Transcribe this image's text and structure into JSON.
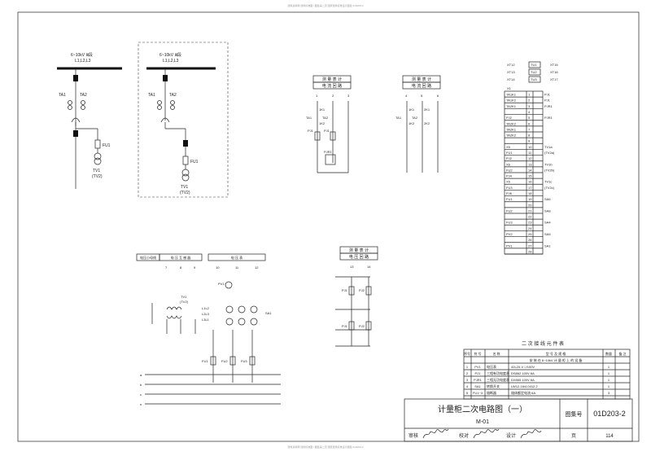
{
  "header": {
    "watermark_top": "建筑资料网 建筑标准图 / 图集第二页 国家建筑标准设计图集 01D203-2",
    "watermark_bottom": "建筑资料网 建筑标准图 / 图集第二页 国家建筑标准设计图集 01D203-2"
  },
  "diagram_left": {
    "bus_label": "6~10kV  Ⅲ段",
    "bus_phases": "L1,L2,L3",
    "ta1": "TA1",
    "ta2": "TA2",
    "fu": "FU1",
    "tv": "TV1",
    "tv_alt": "(TV2)"
  },
  "diagram_right": {
    "bus_label": "6~10kV  Ⅲ段",
    "bus_phases": "L1,L2,L3",
    "ta1": "TA1",
    "ta2": "TA2",
    "fu": "FU1",
    "tv": "TV1",
    "tv_alt": "(TV2)"
  },
  "meter_a": {
    "header_1": "测 量 表 计",
    "header_2": "电 流 回 路",
    "cols": [
      "1",
      "2",
      "3"
    ],
    "labels": [
      "TA1",
      "TA2",
      "PJ1",
      "PJ1",
      "PJR1",
      "1K1",
      "1K2",
      "2K1",
      "2K2"
    ]
  },
  "meter_b": {
    "header_1": "测 量 表 计",
    "header_2": "电 流 回 路",
    "cols": [
      "4",
      "5",
      "6"
    ],
    "labels": [
      "TA1",
      "TA2",
      "1K1",
      "1K2",
      "2K1",
      "2K2"
    ]
  },
  "meter_c": {
    "header_1": "测 量 表 计",
    "header_2": "电 压 回 路",
    "cols": [
      "13",
      "14"
    ],
    "labels": [
      "PJ1",
      "PJ2",
      "PJ1",
      "PJ2"
    ]
  },
  "voltage_block": {
    "head_left": "电压小母线",
    "head_mid": "电 压 互 感 器",
    "head_right": "电 压 表",
    "cols": [
      "7",
      "8",
      "9",
      "10",
      "11",
      "12"
    ],
    "tv": "TV1",
    "tv_alt": "(TV2)",
    "pv": "PV1",
    "sa": "SA1",
    "buses": [
      "L1L2",
      "L2L3",
      "L3L1"
    ],
    "fuses": [
      "FU1",
      "FU2",
      "FU3"
    ],
    "bus_marks": [
      "a",
      "b",
      "c",
      "n"
    ]
  },
  "terminal_block": {
    "top_rows": [
      {
        "l": "XT12",
        "m": "TU1",
        "r": "XT15"
      },
      {
        "l": "XT13",
        "m": "TU2",
        "r": "XT16"
      },
      {
        "l": "XT14",
        "m": "TU3",
        "r": "XT17"
      }
    ],
    "title": "X1",
    "rows": [
      {
        "l": "TA1K1",
        "n": "1",
        "r": "PJ1"
      },
      {
        "l": "TA1K2",
        "n": "2",
        "r": "PJ1"
      },
      {
        "l": "TA2K1",
        "n": "3",
        "r": "PJR1"
      },
      {
        "l": "",
        "n": "4",
        "r": ""
      },
      {
        "l": "PJ2",
        "n": "5",
        "r": "PJR1"
      },
      {
        "l": "TA2K2",
        "n": "6",
        "r": ""
      },
      {
        "l": "TA2K1",
        "n": "7",
        "r": ""
      },
      {
        "l": "TA2K2",
        "n": "8",
        "r": ""
      },
      {
        "l": "",
        "n": "9",
        "r": ""
      },
      {
        "l": "X5",
        "n": "10",
        "r": "TV1a"
      },
      {
        "l": "FU1",
        "n": "11",
        "r": "(TV2a)"
      },
      {
        "l": "PJ2",
        "n": "12",
        "r": ""
      },
      {
        "l": "X6",
        "n": "13",
        "r": "TV1b"
      },
      {
        "l": "FU2",
        "n": "14",
        "r": "(TV2b)"
      },
      {
        "l": "PJ4",
        "n": "15",
        "r": ""
      },
      {
        "l": "X5",
        "n": "16",
        "r": "TV1c"
      },
      {
        "l": "FU3",
        "n": "17",
        "r": "(TV2c)"
      },
      {
        "l": "PJ6",
        "n": "18",
        "r": ""
      },
      {
        "l": "FU1",
        "n": "19",
        "r": "SA6"
      },
      {
        "l": "",
        "n": "20",
        "r": ""
      },
      {
        "l": "FU2",
        "n": "21",
        "r": "SA8"
      },
      {
        "l": "",
        "n": "22",
        "r": ""
      },
      {
        "l": "FU3",
        "n": "23",
        "r": "SA4"
      },
      {
        "l": "",
        "n": "24",
        "r": ""
      },
      {
        "l": "PV2",
        "n": "25",
        "r": "SA5"
      },
      {
        "l": "",
        "n": "26",
        "r": ""
      },
      {
        "l": "PV1",
        "n": "27",
        "r": "SA1"
      },
      {
        "l": "",
        "n": "28",
        "r": ""
      }
    ]
  },
  "component_table": {
    "title": "二 次 接 线 元 件 表",
    "headers": [
      "序号",
      "符 号",
      "名 称",
      "型 号 及 规 格",
      "数量",
      "备 注"
    ],
    "section": "安 装 在 6~10kV 计 量 柜 上 的 设 备",
    "rows": [
      [
        "1",
        "PV1",
        "电压表",
        "42L20-V  □/100V",
        "1",
        ""
      ],
      [
        "2",
        "PJ1",
        "三相有功电度表",
        "DS862  100V  6A",
        "1",
        ""
      ],
      [
        "3",
        "PJR1",
        "三相无功电度表",
        "DX865  100V  6A",
        "1",
        ""
      ],
      [
        "4",
        "SA1",
        "转换开关",
        "LW12-16/4.0412.2",
        "1",
        ""
      ],
      [
        "5",
        "FU1~3",
        "熔断器",
        "熔体额定电流  6A",
        "3",
        ""
      ]
    ]
  },
  "title_block": {
    "drawing_title": "计量柜二次电路图（一）",
    "drawing_code": "M-01",
    "atlas_label": "图集号",
    "atlas_no": "01D203-2",
    "review": "审核",
    "check": "校对",
    "design": "设计",
    "page_label": "页",
    "page_no": "114"
  }
}
